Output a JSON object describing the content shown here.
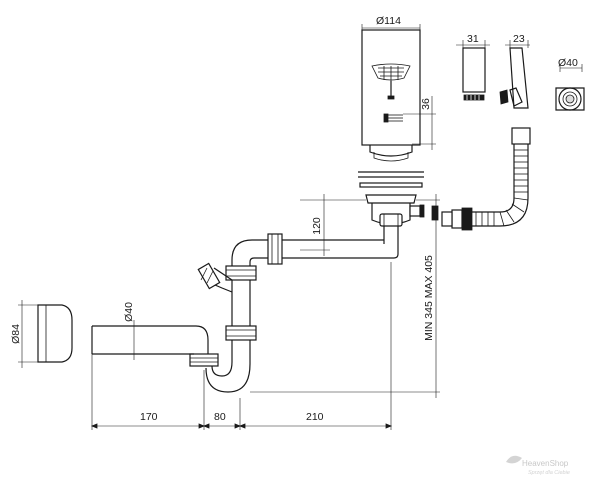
{
  "dimensions": {
    "strainer_diameter": "Ø114",
    "strainer_height": "36",
    "overflow_width_1": "31",
    "overflow_width_2": "23",
    "overflow_fitting_diameter": "Ø40",
    "drain_offset": "120",
    "height_range": "MIN 345 MAX 405",
    "pipe_diameter": "Ø40",
    "wall_rosette_diameter": "Ø84",
    "length_1": "170",
    "length_2": "80",
    "length_3": "210"
  },
  "watermark": {
    "brand": "HeavenShop",
    "tagline": "Sprzęt dla Ciebie"
  }
}
